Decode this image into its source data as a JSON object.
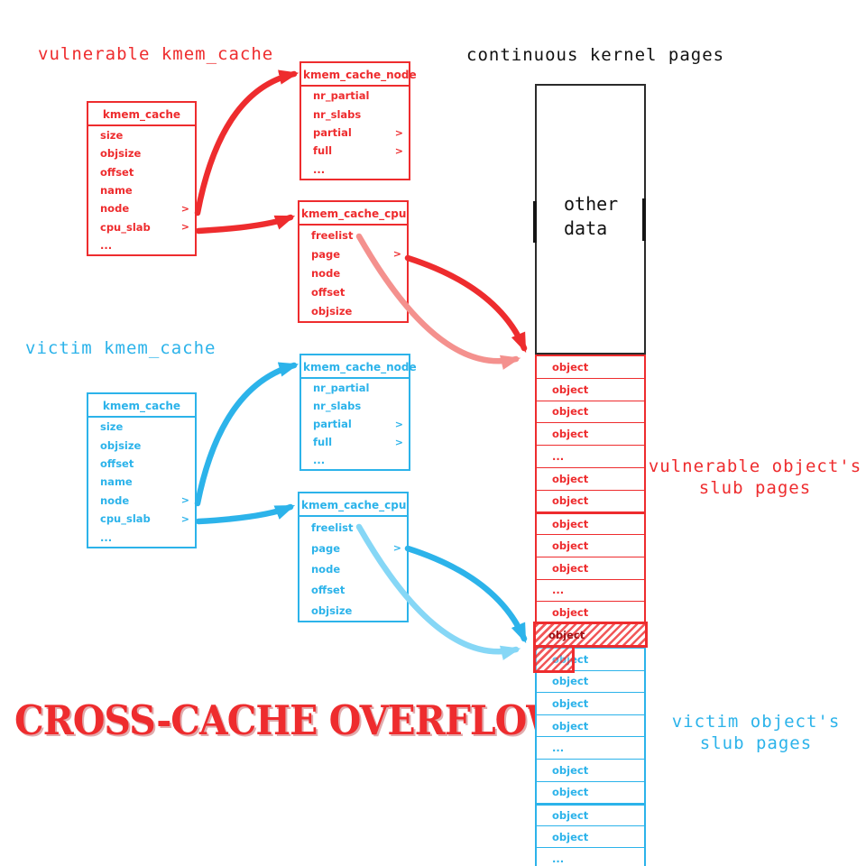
{
  "glyphs": {
    "pointer": ">"
  },
  "colors": {
    "red": "#ee2c2e",
    "red_light": "#f4918e",
    "blue": "#2cb3ea",
    "blue_light": "#86d7f6",
    "black": "#2b2b2b"
  },
  "labels": {
    "vulnerable_cache": "vulnerable kmem_cache",
    "victim_cache": "victim kmem_cache",
    "kernel_pages": "continuous kernel pages",
    "other_line1": "other",
    "other_line2": "data",
    "vuln_slub_line1": "vulnerable object's",
    "vuln_slub_line2": "slub pages",
    "victim_slub_line1": "victim object's",
    "victim_slub_line2": "slub pages",
    "title": "CROSS-CACHE OVERFLOW"
  },
  "structs": {
    "vuln_cache": {
      "title": "kmem_cache",
      "fields": [
        {
          "name": "size"
        },
        {
          "name": "objsize"
        },
        {
          "name": "offset"
        },
        {
          "name": "name"
        },
        {
          "name": "node",
          "pointer": true
        },
        {
          "name": "cpu_slab",
          "pointer": true
        },
        {
          "name": "..."
        }
      ]
    },
    "vuln_node": {
      "title": "kmem_cache_node",
      "fields": [
        {
          "name": "nr_partial"
        },
        {
          "name": "nr_slabs"
        },
        {
          "name": "partial",
          "pointer": true
        },
        {
          "name": "full",
          "pointer": true
        },
        {
          "name": "..."
        }
      ]
    },
    "vuln_cpu": {
      "title": "kmem_cache_cpu",
      "fields": [
        {
          "name": "freelist"
        },
        {
          "name": "page",
          "pointer": true
        },
        {
          "name": "node"
        },
        {
          "name": "offset"
        },
        {
          "name": "objsize"
        }
      ]
    },
    "victim_cache": {
      "title": "kmem_cache",
      "fields": [
        {
          "name": "size"
        },
        {
          "name": "objsize"
        },
        {
          "name": "offset"
        },
        {
          "name": "name"
        },
        {
          "name": "node",
          "pointer": true
        },
        {
          "name": "cpu_slab",
          "pointer": true
        },
        {
          "name": "..."
        }
      ]
    },
    "victim_node": {
      "title": "kmem_cache_node",
      "fields": [
        {
          "name": "nr_partial"
        },
        {
          "name": "nr_slabs"
        },
        {
          "name": "partial",
          "pointer": true
        },
        {
          "name": "full",
          "pointer": true
        },
        {
          "name": "..."
        }
      ]
    },
    "victim_cpu": {
      "title": "kmem_cache_cpu",
      "fields": [
        {
          "name": "freelist"
        },
        {
          "name": "page",
          "pointer": true
        },
        {
          "name": "node"
        },
        {
          "name": "offset"
        },
        {
          "name": "objsize"
        }
      ]
    }
  },
  "column": {
    "red_rows": [
      "object",
      "object",
      "object",
      "object",
      "...",
      "object",
      "object",
      "object",
      "object",
      "object",
      "...",
      "object"
    ],
    "red_overflow_row": "object",
    "blue_first_row": "object",
    "blue_rows": [
      "object",
      "object",
      "object",
      "...",
      "object",
      "object",
      "object",
      "object",
      "..."
    ]
  }
}
